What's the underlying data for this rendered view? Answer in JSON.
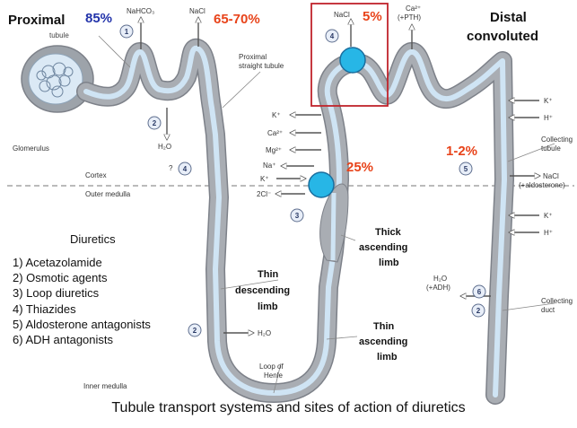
{
  "colors": {
    "tubule_fill": "#a9adb3",
    "tubule_stroke": "#7d8189",
    "lumen": "#cfe4f4",
    "pump": "#27b6e6",
    "blue_percent": "#2233aa",
    "red_percent": "#e8431a",
    "highlight_box": "#c0232b"
  },
  "labels": {
    "proximal": "Proximal",
    "distal_line1": "Distal",
    "distal_line2": "convoluted",
    "tubule_fragment": "tubule",
    "proximal_straight_line1": "Proximal",
    "proximal_straight_line2": "straight tubule",
    "glomerulus": "Glomerulus",
    "cortex": "Cortex",
    "outer_medulla": "Outer medulla",
    "inner_medulla": "Inner medulla",
    "thin_descending": [
      "Thin",
      "descending",
      "limb"
    ],
    "thick_ascending": [
      "Thick",
      "ascending",
      "limb"
    ],
    "thin_ascending": [
      "Thin",
      "ascending",
      "limb"
    ],
    "loop_of_henle": [
      "Loop of",
      "Henle"
    ],
    "collecting_tubule": [
      "Collecting",
      "tubule"
    ],
    "collecting_duct": [
      "Collecting",
      "duct"
    ]
  },
  "percentages": {
    "proximal": "85%",
    "proximal_nacl": "65-70%",
    "distal_nacl": "5%",
    "thick_ascending": "25%",
    "collecting": "1-2%"
  },
  "transport": {
    "nahco3": "NaHCO₃",
    "nacl": "NaCl",
    "h2o": "H₂O",
    "ca_pth_line1": "Ca²⁺",
    "ca_pth_line2": "(+PTH)",
    "k": "K⁺",
    "h": "H⁺",
    "ca": "Ca²⁺",
    "mg": "Mg²⁺",
    "na": "Na⁺",
    "cl": "2Cl⁻",
    "nacl_aldo_line1": "NaCl",
    "nacl_aldo_line2": "(+aldosterone)",
    "h2o_adh_line1": "H₂O",
    "h2o_adh_line2": "(+ADH)",
    "question": "?"
  },
  "site_markers": [
    "1",
    "2",
    "3",
    "4",
    "5",
    "6"
  ],
  "diuretics": {
    "heading": "Diuretics",
    "items": [
      "1)  Acetazolamide",
      "2)  Osmotic agents",
      "3)  Loop diuretics",
      "4)  Thiazides",
      "5)  Aldosterone antagonists",
      "6)  ADH antagonists"
    ]
  },
  "caption": "Tubule transport systems and sites of action of diuretics"
}
